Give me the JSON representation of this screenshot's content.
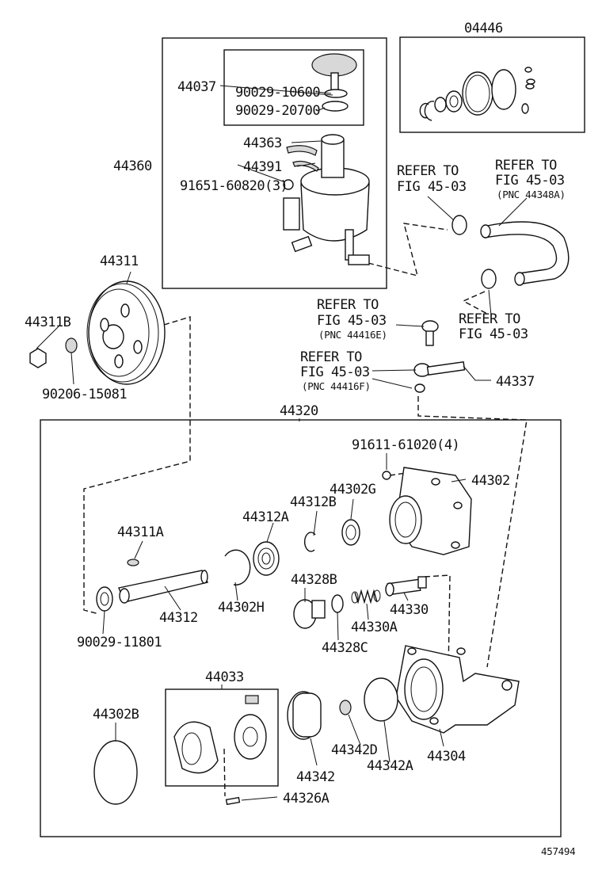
{
  "diagram_id": "457494",
  "labels": {
    "kit_04446": "04446",
    "cap_44037": "44037",
    "oring_90029_10600": "90029-10600",
    "oring_90029_20700": "90029-20700",
    "strainer_44363": "44363",
    "gasket_44391": "44391",
    "reservoir_44360": "44360",
    "bolt_91651_60820": "91651-60820(3)",
    "pulley_44311": "44311",
    "nut_44311b": "44311B",
    "washer_90206_15081": "90206-15081",
    "pump_assy_44320": "44320",
    "bolt_91611_61020": "91611-61020(4)",
    "cover_44302": "44302",
    "seal_44302g": "44302G",
    "ring_44312b": "44312B",
    "bearing_44312a": "44312A",
    "key_44311a": "44311A",
    "snapring_44302h": "44302H",
    "shaft_44312": "44312",
    "washer_90029_11801": "90029-11801",
    "plug_44328b": "44328B",
    "oring_44328c": "44328C",
    "spring_44330a": "44330A",
    "valve_44330": "44330",
    "cartridge_44033": "44033",
    "oring_44302b": "44302B",
    "plate_44342": "44342",
    "pin_44342d": "44342D",
    "oring_44342a": "44342A",
    "housing_44304": "44304",
    "pin_44326a": "44326A",
    "union_44337": "44337",
    "refer_to": "REFER TO",
    "fig_45_03": "FIG 45-03",
    "pnc_44348a": "(PNC 44348A)",
    "pnc_44416e": "(PNC 44416E)",
    "pnc_44416f": "(PNC 44416F)"
  }
}
